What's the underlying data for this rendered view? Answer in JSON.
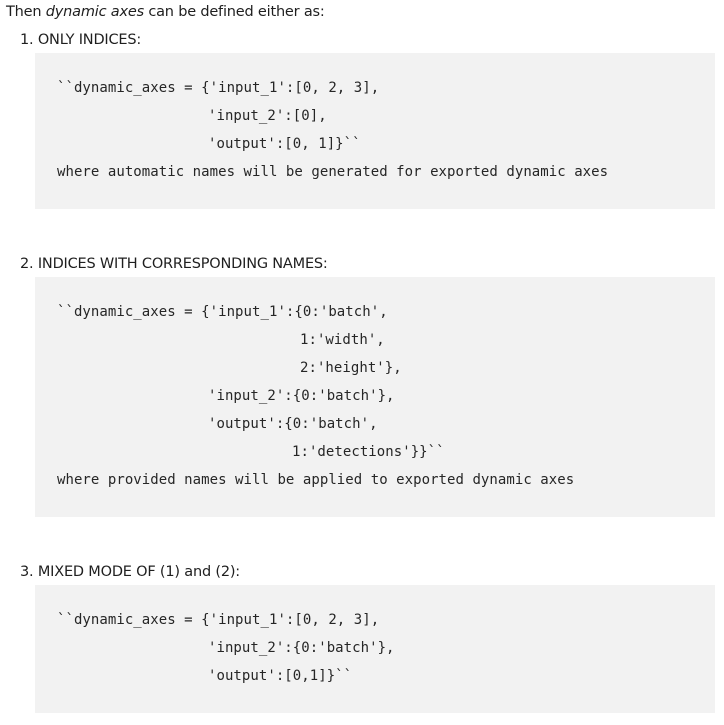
{
  "intro": {
    "prefix": "Then ",
    "emphasis": "dynamic axes",
    "suffix": " can be defined either as:"
  },
  "sections": [
    {
      "heading": "1. ONLY INDICES:",
      "code_lines": [
        "``dynamic_axes = {'input_1':[0, 2, 3],",
        "'input_2':[0],",
        "'output':[0, 1]}``",
        "where automatic names will be generated for exported dynamic axes"
      ]
    },
    {
      "heading": "2. INDICES WITH CORRESPONDING NAMES:",
      "code_lines": [
        "``dynamic_axes = {'input_1':{0:'batch',",
        "1:'width',",
        "2:'height'},",
        "'input_2':{0:'batch'},",
        "'output':{0:'batch',",
        "1:'detections'}}``",
        "where provided names will be applied to exported dynamic axes"
      ]
    },
    {
      "heading": "3. MIXED MODE OF (1) and (2):",
      "code_lines": [
        "``dynamic_axes = {'input_1':[0, 2, 3],",
        "'input_2':{0:'batch'},",
        "'output':[0,1]}``"
      ]
    }
  ]
}
